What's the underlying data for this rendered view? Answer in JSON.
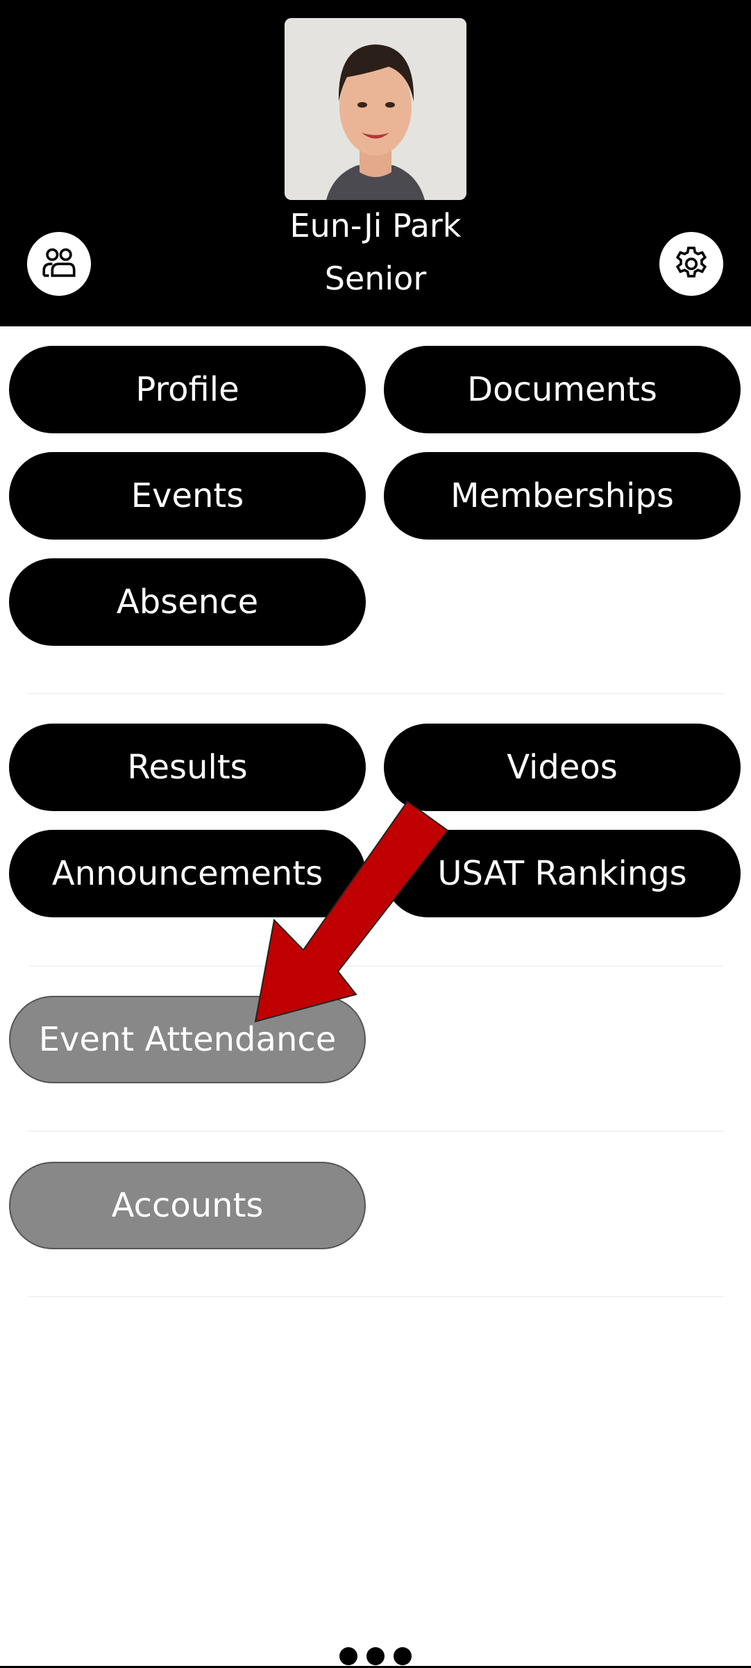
{
  "header": {
    "name": "Eun-Ji Park",
    "grade": "Senior",
    "left_icon": "people-icon",
    "right_icon": "gear-icon"
  },
  "section1": {
    "buttons": [
      "Profile",
      "Documents",
      "Events",
      "Memberships",
      "Absence"
    ]
  },
  "section2": {
    "buttons": [
      "Results",
      "Videos",
      "Announcements",
      "USAT Rankings"
    ]
  },
  "section3": {
    "buttons": [
      "Event Attendance"
    ]
  },
  "section4": {
    "buttons": [
      "Accounts"
    ]
  },
  "colors": {
    "primary_button": "#000000",
    "disabled_button": "#888888",
    "arrow": "#c00000"
  },
  "overflow_menu_icon": "more-dots-icon"
}
